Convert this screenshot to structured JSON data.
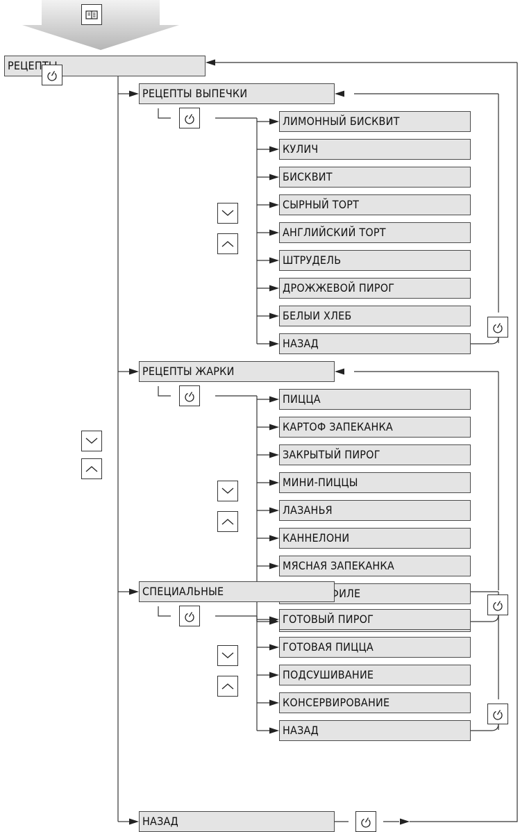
{
  "root": {
    "label": "РЕЦЕПТЫ"
  },
  "sections": [
    {
      "label": "РЕЦЕПТЫ ВЫПЕЧКИ",
      "items": [
        "ЛИМОННЫЙ БИСКВИТ",
        "КУЛИЧ",
        "БИСКВИТ",
        "СЫРНЫЙ ТОРТ",
        "АНГЛИЙСКИЙ ТОРТ",
        "ШТРУДЕЛЬ",
        "ДРОЖЖЕВОЙ ПИРОГ",
        "БЕЛЫИ ХЛЕБ",
        "НАЗАД"
      ]
    },
    {
      "label": "РЕЦЕПТЫ ЖАРКИ",
      "items": [
        "ПИЦЦА",
        "КАРТОФ ЗАПЕКАНКА",
        "ЗАКРЫТЫЙ ПИРОГ",
        "МИНИ-ПИЦЦЫ",
        "ЛАЗАНЬЯ",
        "КАННЕЛОНИ",
        "МЯСНАЯ ЗАПЕКАНКА",
        "РЫБНОЕ ФИЛЕ",
        "НАЗАД"
      ]
    },
    {
      "label": "СПЕЦИАЛЬНЫЕ",
      "items": [
        "ГОТОВЫЙ ПИРОГ",
        "ГОТОВАЯ ПИЦЦА",
        "ПОДСУШИВАНИЕ",
        "КОНСЕРВИРОВАНИЕ",
        "НАЗАД"
      ]
    }
  ],
  "back": {
    "label": "НАЗАД"
  },
  "icons": {
    "book": "book-icon",
    "confirm": "confirm-knob-icon",
    "down": "chevron-down-icon",
    "up": "chevron-up-icon"
  },
  "colors": {
    "box_fill": "#e4e4e4",
    "arrow_fill": "#c8c8c8",
    "line": "#333333"
  }
}
